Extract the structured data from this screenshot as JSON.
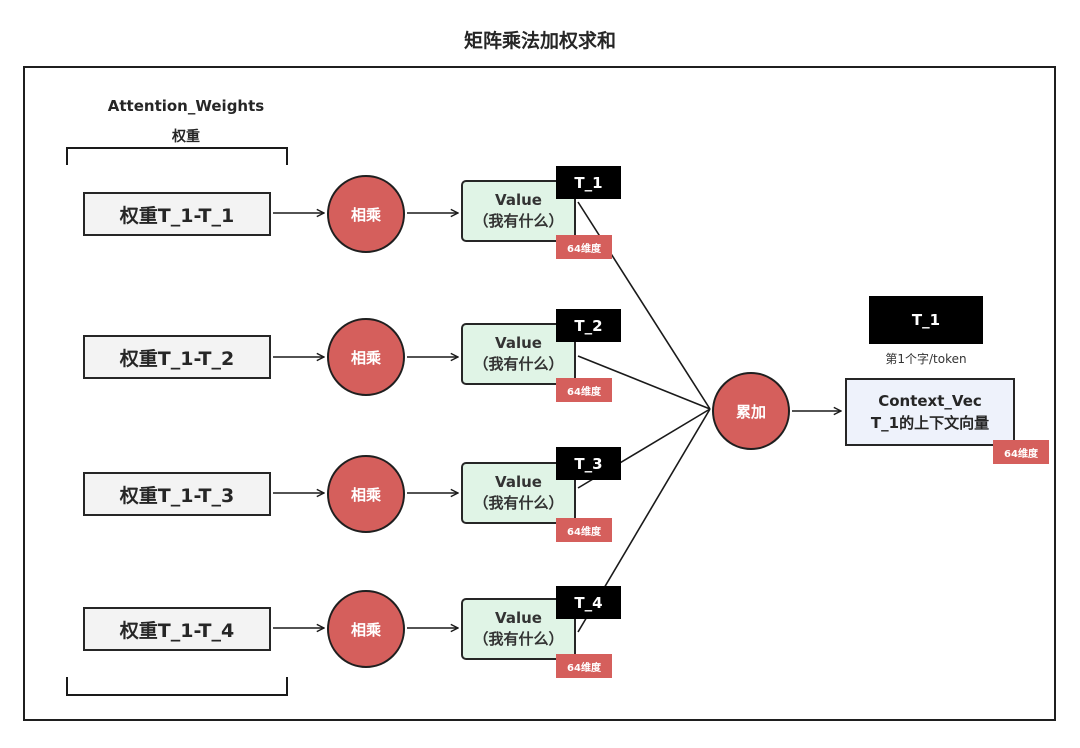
{
  "title": "矩阵乘法加权求和",
  "attention_weights": {
    "title": "Attention_Weights",
    "subtitle": "权重"
  },
  "rows": [
    {
      "weight_label": "权重T_1-T_1",
      "op_label": "相乘",
      "value_title": "Value",
      "value_subtitle": "（我有什么）",
      "token": "T_1",
      "dim": "64维度"
    },
    {
      "weight_label": "权重T_1-T_2",
      "op_label": "相乘",
      "value_title": "Value",
      "value_subtitle": "（我有什么）",
      "token": "T_2",
      "dim": "64维度"
    },
    {
      "weight_label": "权重T_1-T_3",
      "op_label": "相乘",
      "value_title": "Value",
      "value_subtitle": "（我有什么）",
      "token": "T_3",
      "dim": "64维度"
    },
    {
      "weight_label": "权重T_1-T_4",
      "op_label": "相乘",
      "value_title": "Value",
      "value_subtitle": "（我有什么）",
      "token": "T_4",
      "dim": "64维度"
    }
  ],
  "sum": {
    "label": "累加"
  },
  "output": {
    "token": "T_1",
    "token_caption": "第1个字/token",
    "title": "Context_Vec",
    "subtitle": "T_1的上下文向量",
    "dim": "64维度"
  },
  "colors": {
    "accent_red": "#d55f5c",
    "value_green": "#e0f4e6",
    "context_blue": "#eef2fb",
    "weight_gray": "#f3f3f3"
  }
}
